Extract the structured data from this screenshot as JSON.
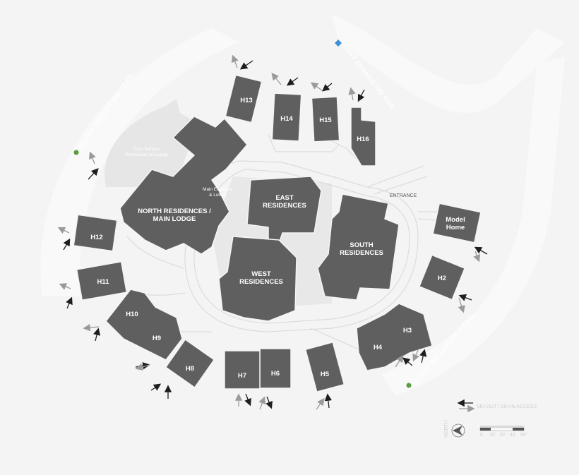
{
  "map": {
    "trails": {
      "silver_dollar_west": "SILVER DOLLAR SKI TRAIL",
      "last_chance": "LAST CHANCE SKI RUN",
      "silver_dollar_east": "SILVER DOLLAR SKI TRAIL"
    },
    "amenities": {
      "pool_line1": "Pool Terrace,",
      "pool_line2": "Restaurant & Lounge",
      "lobby_line1": "Main Entrance",
      "lobby_line2": "& Lobby",
      "entrance": "ENTRANCE"
    },
    "buildings": {
      "h13": "H13",
      "h14": "H14",
      "h15": "H15",
      "h16": "H16",
      "north_line1": "NORTH RESIDENCES /",
      "north_line2": "MAIN LODGE",
      "east_line1": "EAST",
      "east_line2": "RESIDENCES",
      "south_line1": "SOUTH",
      "south_line2": "RESIDENCES",
      "west_line1": "WEST",
      "west_line2": "RESIDENCES",
      "model_line1": "Model",
      "model_line2": "Home",
      "h2": "H2",
      "h3": "H3",
      "h4": "H4",
      "h5": "H5",
      "h6": "H6",
      "h7": "H7",
      "h8": "H8",
      "h9": "H9",
      "h10": "H10",
      "h11": "H11",
      "h12": "H12"
    },
    "legend": {
      "access_label": "SKI-OUT / SKI-IN ACCESS",
      "north_label": "NORTH",
      "scale_ticks": [
        "0",
        "15'",
        "30'",
        "45'",
        "60'"
      ]
    },
    "colors": {
      "background": "#f4f4f4",
      "building": "#5f5f5f",
      "plaza": "#e6e6e6",
      "trail_marker_green": "#5a9e3a",
      "trail_marker_blue": "#3b8fd6",
      "ski_out_arrow": "#1e1e1e",
      "ski_in_arrow": "#9a9a9a"
    }
  }
}
